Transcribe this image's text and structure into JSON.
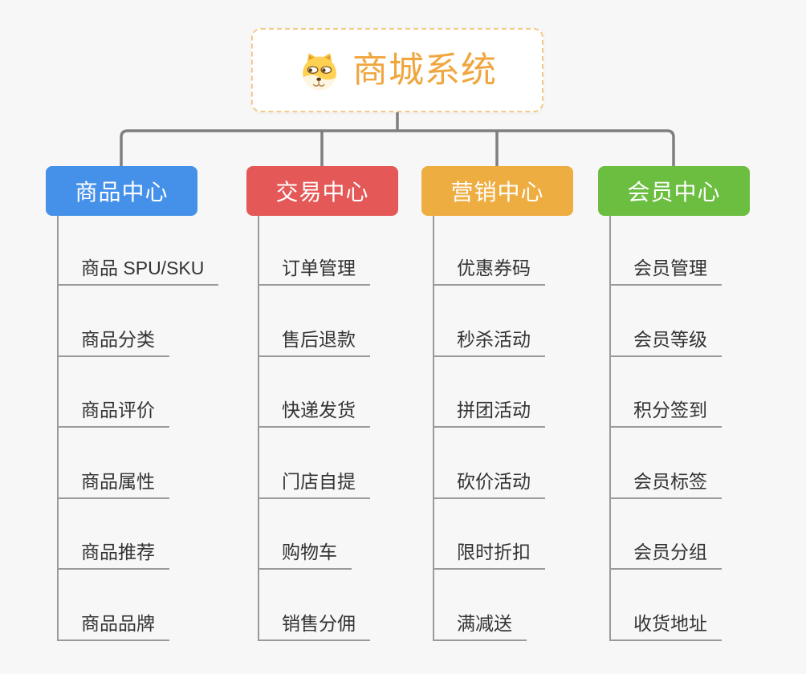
{
  "page": {
    "background": "#f7f7f7"
  },
  "root": {
    "title": "商城系统",
    "icon": "dog-face-icon",
    "title_color": "#f0a63e",
    "border_color": "#f6c988",
    "background": "#ffffff"
  },
  "connectors": {
    "color": "#7f7f7f",
    "leaf_line_color": "#9a9a9a"
  },
  "branches": [
    {
      "label": "商品中心",
      "color": "#4591e9",
      "items": [
        "商品 SPU/SKU",
        "商品分类",
        "商品评价",
        "商品属性",
        "商品推荐",
        "商品品牌"
      ]
    },
    {
      "label": "交易中心",
      "color": "#e45857",
      "items": [
        "订单管理",
        "售后退款",
        "快递发货",
        "门店自提",
        "购物车",
        "销售分佣"
      ]
    },
    {
      "label": "营销中心",
      "color": "#eead40",
      "items": [
        "优惠券码",
        "秒杀活动",
        "拼团活动",
        "砍价活动",
        "限时折扣",
        "满减送"
      ]
    },
    {
      "label": "会员中心",
      "color": "#6cbe40",
      "items": [
        "会员管理",
        "会员等级",
        "积分签到",
        "会员标签",
        "会员分组",
        "收货地址"
      ]
    }
  ]
}
